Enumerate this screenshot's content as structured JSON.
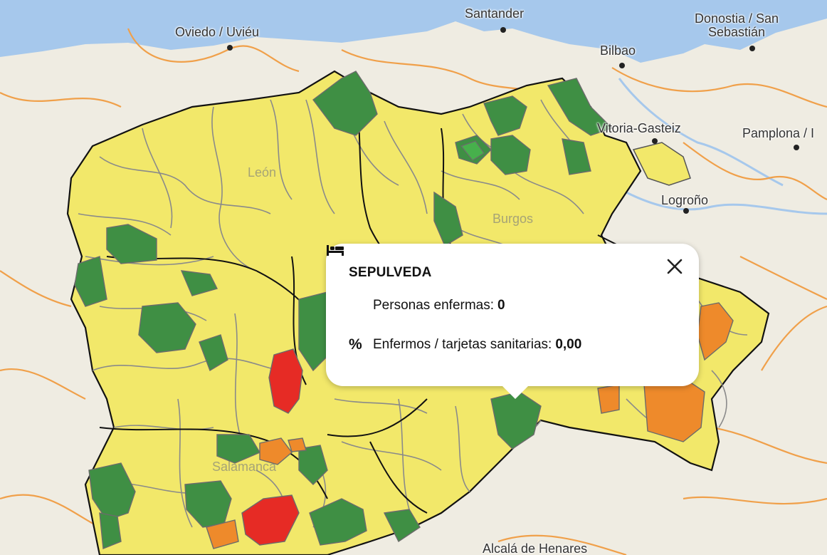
{
  "map": {
    "colors": {
      "water": "#a6c8ec",
      "land": "#efece2",
      "municipality_yellow": "#f2e86a",
      "municipality_green": "#3f8f44",
      "municipality_orange": "#ee8a2b",
      "municipality_red": "#e62b25",
      "road": "#f0a04a"
    },
    "legend_levels": [
      "yellow",
      "green",
      "orange",
      "red"
    ],
    "city_labels": [
      {
        "text": "Santander"
      },
      {
        "text": "Oviedo / Uviéu"
      },
      {
        "text": "Donostia / San"
      },
      {
        "text": "Sebastián"
      },
      {
        "text": "Bilbao"
      },
      {
        "text": "Vitoria-Gasteiz"
      },
      {
        "text": "Pamplona / I"
      },
      {
        "text": "Logroño"
      },
      {
        "text": "León"
      },
      {
        "text": "Burgos"
      },
      {
        "text": "Salamanca"
      },
      {
        "text": "Alcalá de Henares"
      }
    ]
  },
  "popup": {
    "title": "SEPULVEDA",
    "close_icon": "close-icon",
    "rows": [
      {
        "icon": "bed-icon",
        "label": "Personas enfermas:",
        "value": "0"
      },
      {
        "icon": "percent-icon",
        "label": "Enfermos / tarjetas sanitarias:",
        "value": "0,00"
      }
    ]
  }
}
